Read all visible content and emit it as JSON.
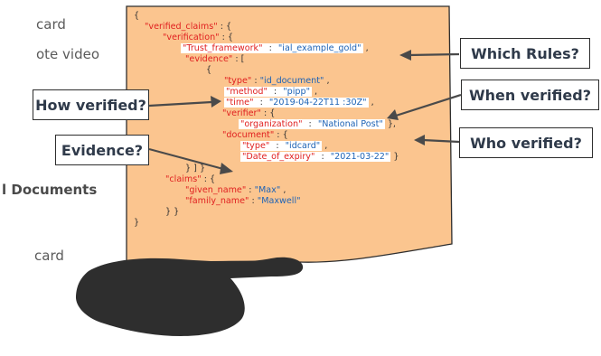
{
  "background_text": [
    "card",
    "ote video",
    "l Documents",
    "card"
  ],
  "json_lines": [
    [
      {
        "t": "{",
        "c": "p"
      }
    ],
    [
      {
        "t": "\"verified_claims\"",
        "c": "k"
      },
      {
        "t": " : {",
        "c": "p"
      }
    ],
    [
      {
        "t": "\"verification\"",
        "c": "k"
      },
      {
        "t": " : {",
        "c": "p"
      }
    ],
    [
      {
        "t": "\"Trust_framework\"",
        "c": "k",
        "h": true
      },
      {
        "t": " : ",
        "c": "p",
        "h": true
      },
      {
        "t": "\"ial_example_gold\"",
        "c": "v",
        "h": true
      },
      {
        "t": " ,",
        "c": "p"
      }
    ],
    [
      {
        "t": "\"evidence\"",
        "c": "k"
      },
      {
        "t": " : [",
        "c": "p"
      }
    ],
    [
      {
        "t": "{",
        "c": "p"
      }
    ],
    [
      {
        "t": "\"type\"",
        "c": "k"
      },
      {
        "t": " : ",
        "c": "p"
      },
      {
        "t": "\"id_document\"",
        "c": "v"
      },
      {
        "t": " ,",
        "c": "p"
      }
    ],
    [
      {
        "t": "\"method\"",
        "c": "k",
        "h": true
      },
      {
        "t": " : ",
        "c": "p",
        "h": true
      },
      {
        "t": "\"pipp\"",
        "c": "v",
        "h": true
      },
      {
        "t": " ,",
        "c": "p"
      }
    ],
    [
      {
        "t": "\"time\"",
        "c": "k",
        "h": true
      },
      {
        "t": " : ",
        "c": "p",
        "h": true
      },
      {
        "t": "\"2019-04-22T11 :30Z\"",
        "c": "v",
        "h": true
      },
      {
        "t": " ,",
        "c": "p"
      }
    ],
    [
      {
        "t": "\"verifier\"",
        "c": "k"
      },
      {
        "t": " : {",
        "c": "p"
      }
    ],
    [
      {
        "t": "\"organization\"",
        "c": "k",
        "h": true
      },
      {
        "t": " : ",
        "c": "p",
        "h": true
      },
      {
        "t": "\"National Post\"",
        "c": "v",
        "h": true
      },
      {
        "t": " },",
        "c": "p"
      }
    ],
    [
      {
        "t": "\"document\"",
        "c": "k"
      },
      {
        "t": " : {",
        "c": "p"
      }
    ],
    [
      {
        "t": "\"type\"",
        "c": "k",
        "h": true
      },
      {
        "t": " : ",
        "c": "p",
        "h": true
      },
      {
        "t": "\"idcard\"",
        "c": "v",
        "h": true
      },
      {
        "t": " ,",
        "c": "p"
      }
    ],
    [
      {
        "t": "\"Date_of_expiry\"",
        "c": "k",
        "h": true
      },
      {
        "t": " : ",
        "c": "p",
        "h": true
      },
      {
        "t": "\"2021-03-22\"",
        "c": "v",
        "h": true
      },
      {
        "t": " }",
        "c": "p"
      }
    ],
    [
      {
        "t": "} ] }",
        "c": "p"
      }
    ],
    [
      {
        "t": "\"claims\"",
        "c": "k"
      },
      {
        "t": " : {",
        "c": "p"
      }
    ],
    [
      {
        "t": "\"given_name\"",
        "c": "k"
      },
      {
        "t": " : ",
        "c": "p"
      },
      {
        "t": "\"Max\"",
        "c": "v"
      },
      {
        "t": " ,",
        "c": "p"
      }
    ],
    [
      {
        "t": "\"family_name\"",
        "c": "k"
      },
      {
        "t": " : ",
        "c": "p"
      },
      {
        "t": "\"Maxwell\"",
        "c": "v"
      }
    ],
    [
      {
        "t": "}  }",
        "c": "p"
      }
    ],
    [
      {
        "t": "}",
        "c": "p"
      }
    ]
  ],
  "callouts": {
    "which_rules": "Which Rules?",
    "how_verified": "How verified?",
    "when_verified": "When verified?",
    "evidence": "Evidence?",
    "who_verified": "Who verified?"
  },
  "colors": {
    "paper": "#fbc58f",
    "key": "#e02020",
    "value": "#1e63b5",
    "hand": "#2e2e2e",
    "arrow": "#4a4a4a"
  }
}
